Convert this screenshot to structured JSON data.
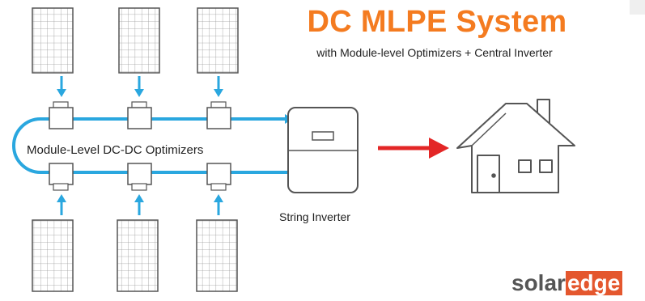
{
  "title": "DC MLPE System",
  "subtitle": "with Module-level Optimizers + Central Inverter",
  "optimizers_label": "Module-Level DC-DC Optimizers",
  "inverter_label": "String Inverter",
  "logo": {
    "part1": "solar",
    "part2": "edge"
  },
  "colors": {
    "title": "#f47b20",
    "dc_line": "#2aa7df",
    "ac_arrow": "#e32626",
    "outline": "#555555",
    "panel_fill": "#f4f4f4"
  },
  "icons": [
    "solar-panel-icon",
    "optimizer-icon",
    "string-inverter-icon",
    "house-icon"
  ]
}
